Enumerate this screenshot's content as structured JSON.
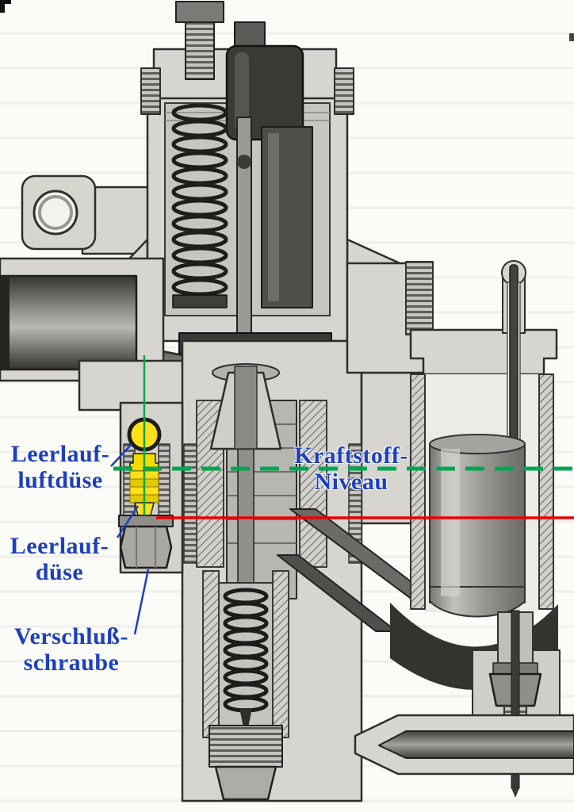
{
  "labels": {
    "idle_air_jet": {
      "line1": "Leerlauf-",
      "line2": "luftdüse"
    },
    "idle_jet": {
      "line1": "Leerlauf-",
      "line2": "düse"
    },
    "sealing_screw": {
      "line1": "Verschluß-",
      "line2": "schraube"
    },
    "fuel_level": {
      "line1": "Kraftstoff-",
      "line2": "Niveau"
    }
  },
  "colors": {
    "label_text": "#1d3fc0",
    "fuel_level_line": "#00a651",
    "reference_line_red": "#ee0000",
    "highlight_yellow": "#ffe01a"
  }
}
